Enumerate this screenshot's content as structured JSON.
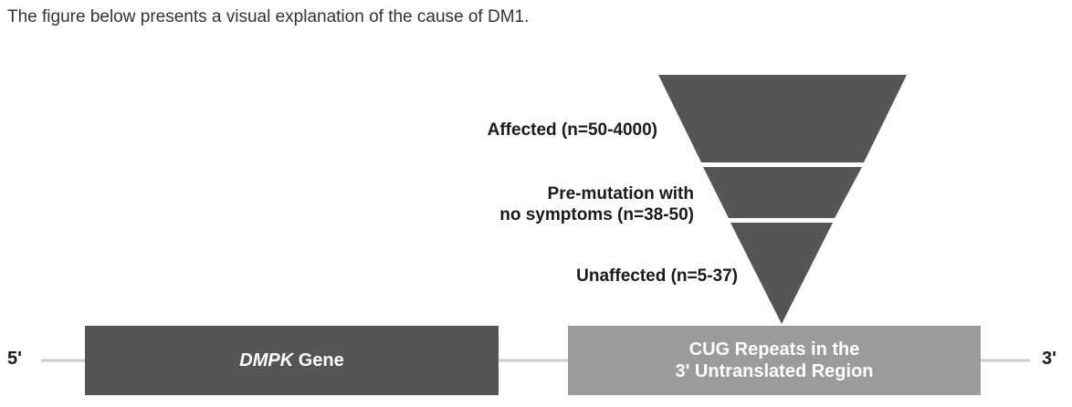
{
  "intro": {
    "text": "The figure below presents a visual explanation of the cause of DM1."
  },
  "diagram": {
    "five_prime_label": "5'",
    "three_prime_label": "3'",
    "gene_box": {
      "name_italic": "DMPK",
      "suffix": " Gene"
    },
    "repeats_box": {
      "line1": "CUG Repeats in the",
      "line2": "3' Untranslated Region"
    },
    "funnel": {
      "levels": [
        {
          "label_line1": "Affected (n=50-4000)",
          "label_line2": ""
        },
        {
          "label_line1": "Pre-mutation with",
          "label_line2": "no symptoms (n=38-50)"
        },
        {
          "label_line1": "Unaffected (n=5-37)",
          "label_line2": ""
        }
      ]
    },
    "colors": {
      "funnel": "#555555",
      "gene_box": "#555555",
      "repeats_box": "#9b9b9b",
      "line": "#cccccc"
    }
  }
}
